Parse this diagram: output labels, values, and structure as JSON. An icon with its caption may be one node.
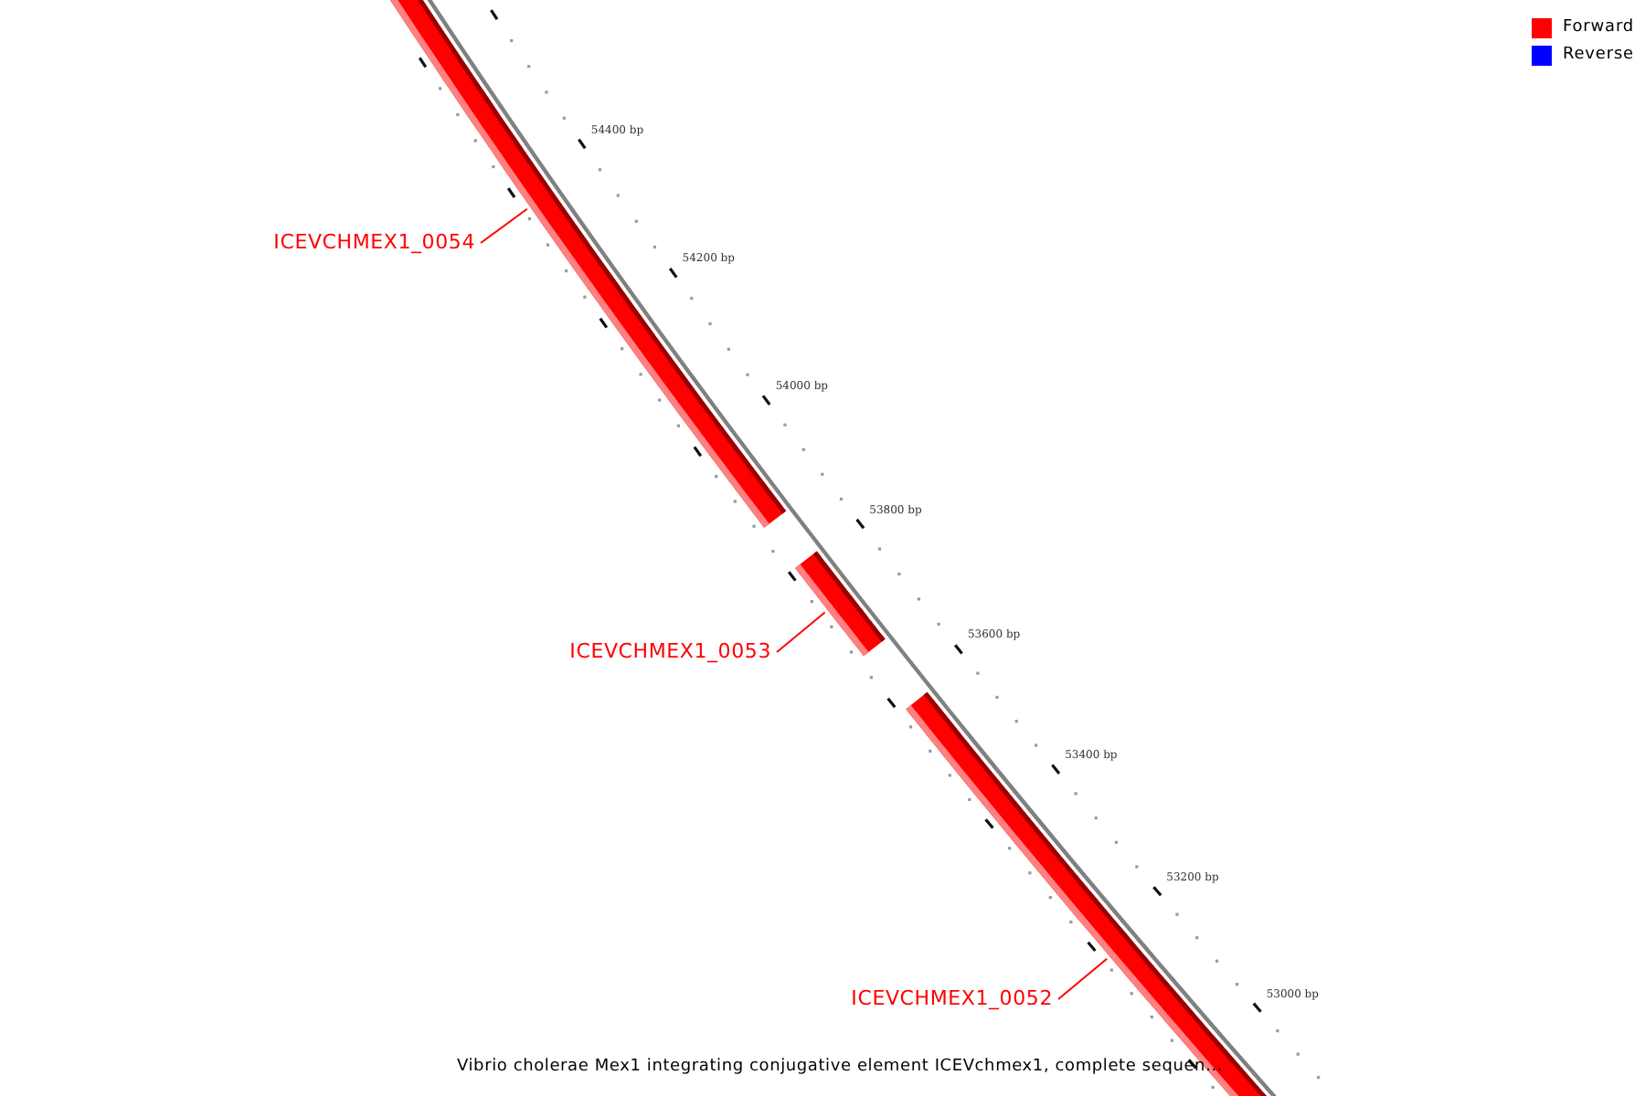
{
  "diagram": {
    "caption": "Vibrio cholerae Mex1 integrating conjugative element ICEVchmex1, complete sequen...",
    "nodes": [
      {
        "text": [],
        "shape": "bar"
      },
      {
        "text": [],
        "shape": "bar"
      },
      {
        "text": [],
        "shape": "bar"
      },
      {
        "text": [
          "ICEVCHMEX1_0054"
        ]
      },
      {
        "text": [
          "ICEVCHMEX1_0053"
        ]
      },
      {
        "text": [
          "ICEVCHMEX1_0052"
        ]
      }
    ],
    "edges": [
      {
        "from": 3,
        "to": 0,
        "arrow": "none"
      },
      {
        "from": 4,
        "to": 1,
        "arrow": "none"
      },
      {
        "from": 5,
        "to": 2,
        "arrow": "none"
      }
    ],
    "labels": [
      "54400 bp",
      "54200 bp",
      "54000 bp",
      "53800 bp",
      "53600 bp",
      "53400 bp",
      "53200 bp",
      "53000 bp"
    ],
    "legend": [
      {
        "text": "Forward",
        "color": "#ff0000"
      },
      {
        "text": "Reverse",
        "color": "#0000ff"
      }
    ]
  }
}
